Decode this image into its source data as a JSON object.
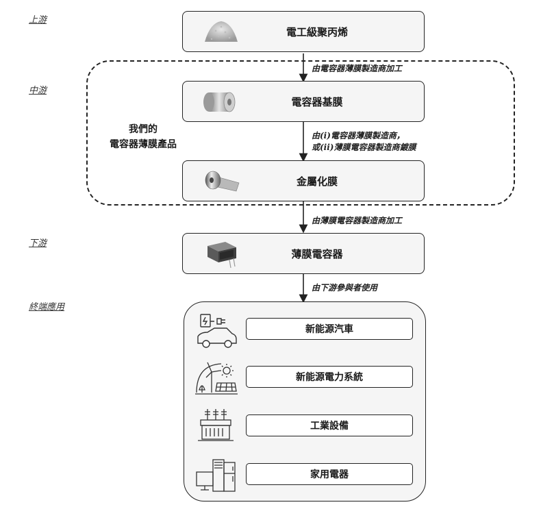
{
  "stages": {
    "upstream": "上游",
    "midstream": "中游",
    "downstream": "下游",
    "end_use": "終端應用"
  },
  "boxes": {
    "polypropylene": "電工級聚丙烯",
    "base_film": "電容器基膜",
    "metallized_film": "金屬化膜",
    "film_capacitor": "薄膜電容器"
  },
  "arrow_labels": {
    "a1": "由電容器薄膜製造商加工",
    "a2_line1": "由(i)電容器薄膜製造商，",
    "a2_line2": "或(ii)薄膜電容器製造商鍍膜",
    "a3": "由薄膜電容器製造商加工",
    "a4": "由下游參與者使用"
  },
  "our_products": {
    "line1": "我們的",
    "line2": "電容器薄膜產品"
  },
  "applications": [
    {
      "label": "新能源汽車",
      "icon": "ev-charging-icon"
    },
    {
      "label": "新能源電力系統",
      "icon": "renewable-energy-icon"
    },
    {
      "label": "工業設備",
      "icon": "industrial-equipment-icon"
    },
    {
      "label": "家用電器",
      "icon": "home-appliances-icon"
    }
  ]
}
